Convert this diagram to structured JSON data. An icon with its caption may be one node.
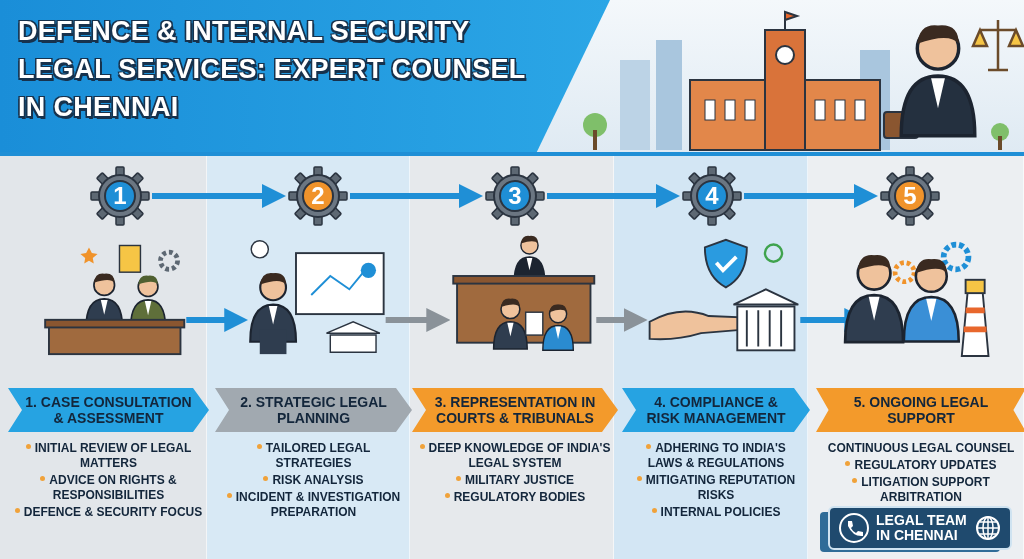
{
  "diagram": {
    "title": "DEFENCE & INTERNAL SECURITY LEGAL SERVICES: EXPERT COUNSEL IN CHENNAI",
    "nodes": [
      {
        "text": [
          "1"
        ]
      },
      {
        "text": [
          "2"
        ]
      },
      {
        "text": [
          "3"
        ]
      },
      {
        "text": [
          "4"
        ]
      },
      {
        "text": [
          "5"
        ]
      },
      {
        "text": [],
        "shape": "picture"
      },
      {
        "text": [],
        "shape": "picture"
      },
      {
        "text": [],
        "shape": "picture"
      },
      {
        "text": [],
        "shape": "picture"
      },
      {
        "text": [],
        "shape": "picture"
      },
      {
        "text": [
          "1. CASE CONSULTATION & ASSESSMENT",
          "INITIAL REVIEW OF LEGAL MATTERS",
          "ADVICE ON RIGHTS & RESPONSIBILITIES",
          "DEFENCE & SECURITY FOCUS"
        ]
      },
      {
        "text": [
          "2. STRATEGIC LEGAL PLANNING",
          "TAILORED LEGAL STRATEGIES",
          "RISK ANALYSIS",
          "INCIDENT & INVESTIGATION PREPARATION"
        ]
      },
      {
        "text": [
          "3. REPRESENTATION IN COURTS & TRIBUNALS",
          "DEEP KNOWLEDGE OF INDIA'S LEGAL SYSTEM",
          "MILITARY JUSTICE",
          "REGULATORY BODIES"
        ]
      },
      {
        "text": [
          "4. COMPLIANCE & RISK MANAGEMENT",
          "ADHERING TO INDIA'S LAWS & REGULATIONS",
          "MITIGATING REPUTATION RISKS",
          "INTERNAL POLICIES"
        ]
      },
      {
        "text": [
          "5. ONGOING LEGAL SUPPORT",
          "CONTINUOUS LEGAL COUNSEL",
          "REGULATORY UPDATES",
          "LITIGATION SUPPORT ARBITRATION"
        ]
      },
      {
        "text": [
          "LEGAL TEAM IN CHENNAI"
        ]
      }
    ],
    "edges": [
      {
        "from": 0,
        "to": 1,
        "arrow": "to"
      },
      {
        "from": 1,
        "to": 2,
        "arrow": "to"
      },
      {
        "from": 2,
        "to": 3,
        "arrow": "to"
      },
      {
        "from": 3,
        "to": 4,
        "arrow": "to"
      },
      {
        "from": 5,
        "to": 6,
        "arrow": "to"
      },
      {
        "from": 6,
        "to": 7,
        "arrow": "to",
        "color": "#8a9299"
      },
      {
        "from": 7,
        "to": 8,
        "arrow": "to",
        "color": "#8a9299"
      },
      {
        "from": 8,
        "to": 9,
        "arrow": "to"
      }
    ]
  }
}
